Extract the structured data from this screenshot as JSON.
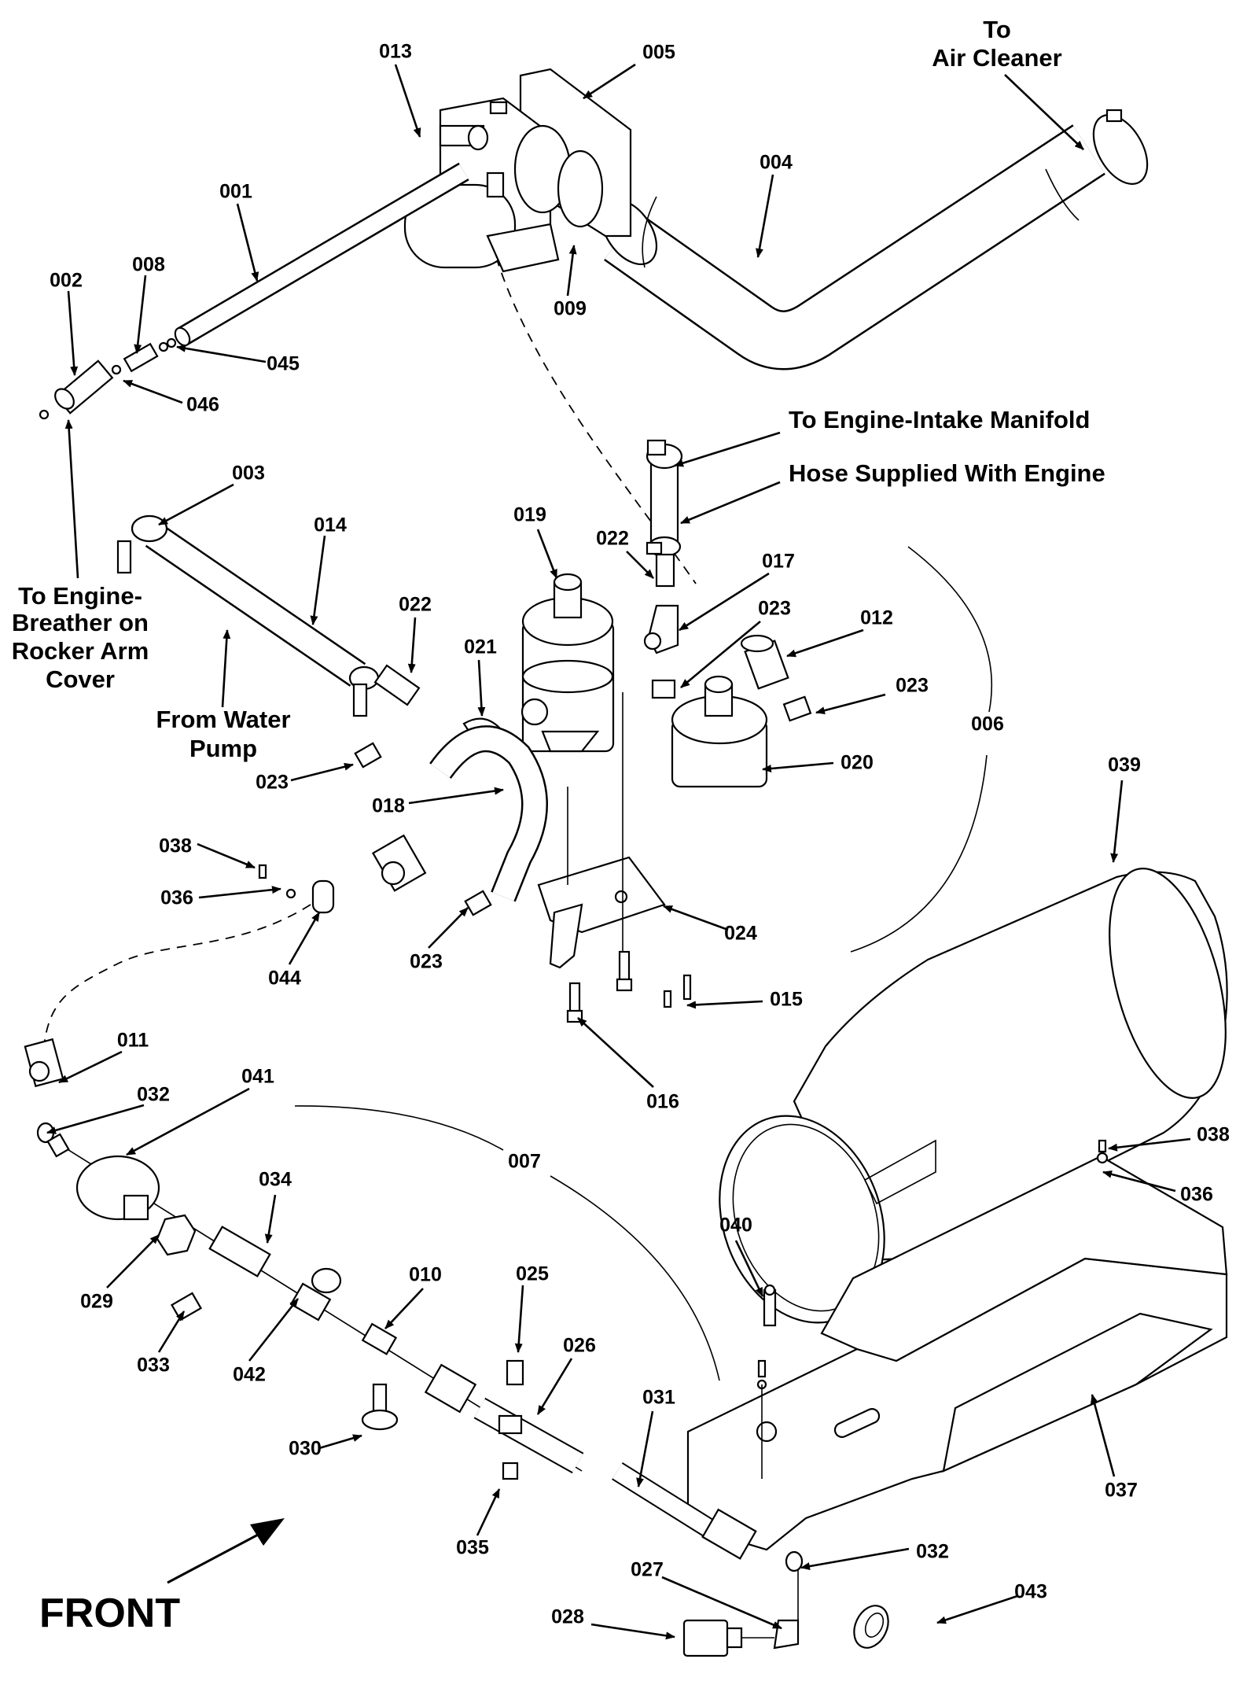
{
  "callouts": [
    "013",
    "005",
    "004",
    "001",
    "009",
    "008",
    "002",
    "045",
    "046",
    "003",
    "014",
    "019",
    "022",
    "017",
    "022",
    "021",
    "023",
    "012",
    "023",
    "023",
    "020",
    "039",
    "018",
    "038",
    "036",
    "044",
    "023",
    "024",
    "015",
    "016",
    "006",
    "011",
    "032",
    "041",
    "007",
    "038",
    "036",
    "034",
    "040",
    "029",
    "010",
    "025",
    "026",
    "033",
    "042",
    "031",
    "030",
    "037",
    "035",
    "032",
    "027",
    "043",
    "028"
  ],
  "annotations": {
    "air_cleaner_line1": "To",
    "air_cleaner_line2": "Air Cleaner",
    "intake_manifold": "To Engine-Intake Manifold",
    "hose_supplied": "Hose Supplied With Engine",
    "breather_line1": "To Engine-",
    "breather_line2": "Breather on",
    "breather_line3": "Rocker Arm",
    "breather_line4": "Cover",
    "water_pump_line1": "From Water",
    "water_pump_line2": "Pump",
    "front": "FRONT"
  },
  "colors": {
    "ink": "#000000",
    "paper": "#ffffff"
  }
}
